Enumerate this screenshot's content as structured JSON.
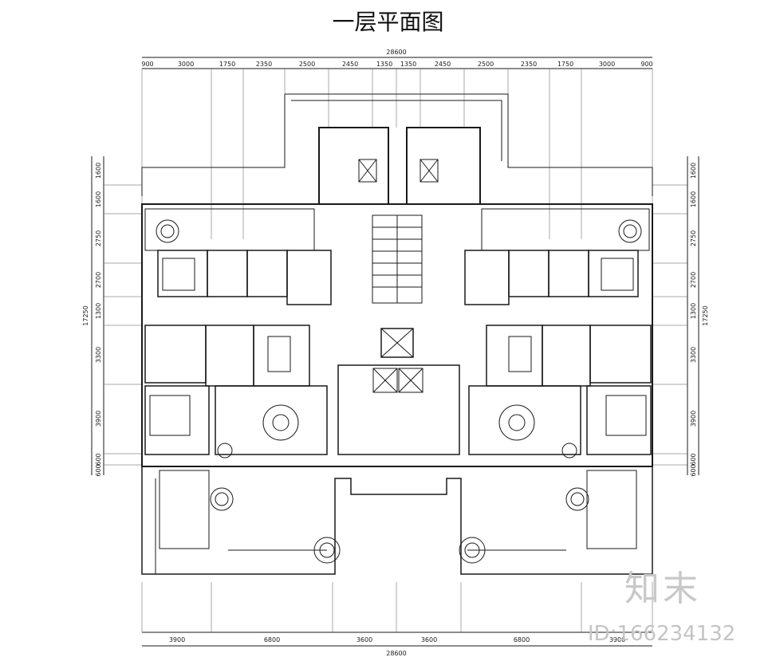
{
  "title": "一层平面图",
  "overall_dimension": "28600",
  "top_dimensions": [
    "900",
    "3000",
    "1750",
    "2350",
    "2500",
    "2450",
    "1350",
    "1350",
    "2450",
    "2500",
    "2350",
    "1750",
    "3000",
    "900"
  ],
  "bottom_dimensions": [
    "3900",
    "6800",
    "3600",
    "3600",
    "6800",
    "3900"
  ],
  "left_dimensions": [
    "1600",
    "1600",
    "2750",
    "2700",
    "1300",
    "3300",
    "3900",
    "600",
    "600"
  ],
  "right_dimensions": [
    "1600",
    "1600",
    "2750",
    "2700",
    "1300",
    "3300",
    "3900",
    "600",
    "600"
  ],
  "left_total": "17250",
  "right_total": "17250",
  "watermark": {
    "logo": "知末",
    "id": "ID:166234132"
  },
  "colors": {
    "line": "#1a1a1a",
    "background": "#ffffff",
    "watermark": "#c8c8c8"
  }
}
